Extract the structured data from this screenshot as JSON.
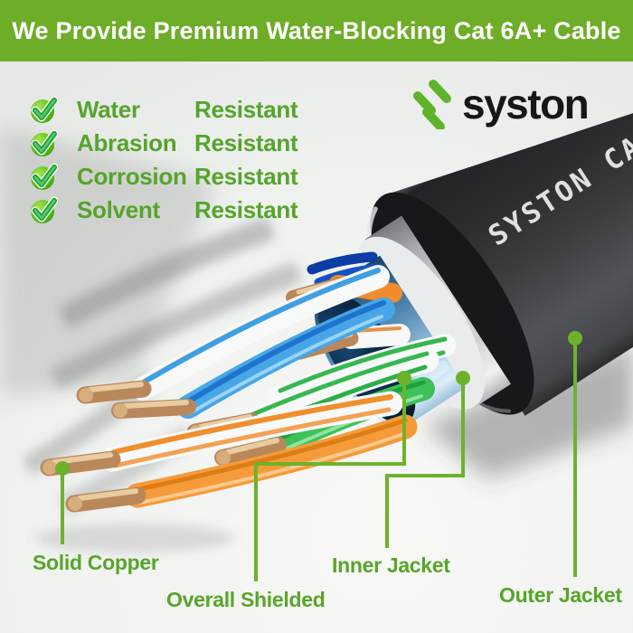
{
  "banner": {
    "title": "We Provide Premium Water-Blocking Cat 6A+ Cable",
    "bg_color": "#6dad27",
    "text_color": "#ffffff"
  },
  "logo": {
    "brand": "syston",
    "icon": "syston-s-bars-icon",
    "icon_color": "#5fb32c",
    "text_color": "#171717"
  },
  "features": {
    "check_icon": "check-badge-icon",
    "accent_color": "#56a42c",
    "items": [
      {
        "attribute": "Water",
        "quality": "Resistant"
      },
      {
        "attribute": "Abrasion",
        "quality": "Resistant"
      },
      {
        "attribute": "Corrosion",
        "quality": "Resistant"
      },
      {
        "attribute": "Solvent",
        "quality": "Resistant"
      }
    ]
  },
  "cable": {
    "print_text": "SYSTON CA",
    "outer_jacket_color": "#35373a",
    "inner_jacket_color": "#d9dbdd",
    "shield_color": "#7aa7c7",
    "copper_color": "#b9875a",
    "wire_colors": {
      "blue": "#46a6e8",
      "orange": "#f59b3a",
      "green": "#3ec158",
      "white": "#f8f9f9"
    }
  },
  "callouts": {
    "line_color": "#6cb32b",
    "label_color": "#57a52a",
    "items": [
      {
        "label": "Solid Copper"
      },
      {
        "label": "Overall Shielded"
      },
      {
        "label": "Inner Jacket"
      },
      {
        "label": "Outer Jacket"
      }
    ]
  }
}
